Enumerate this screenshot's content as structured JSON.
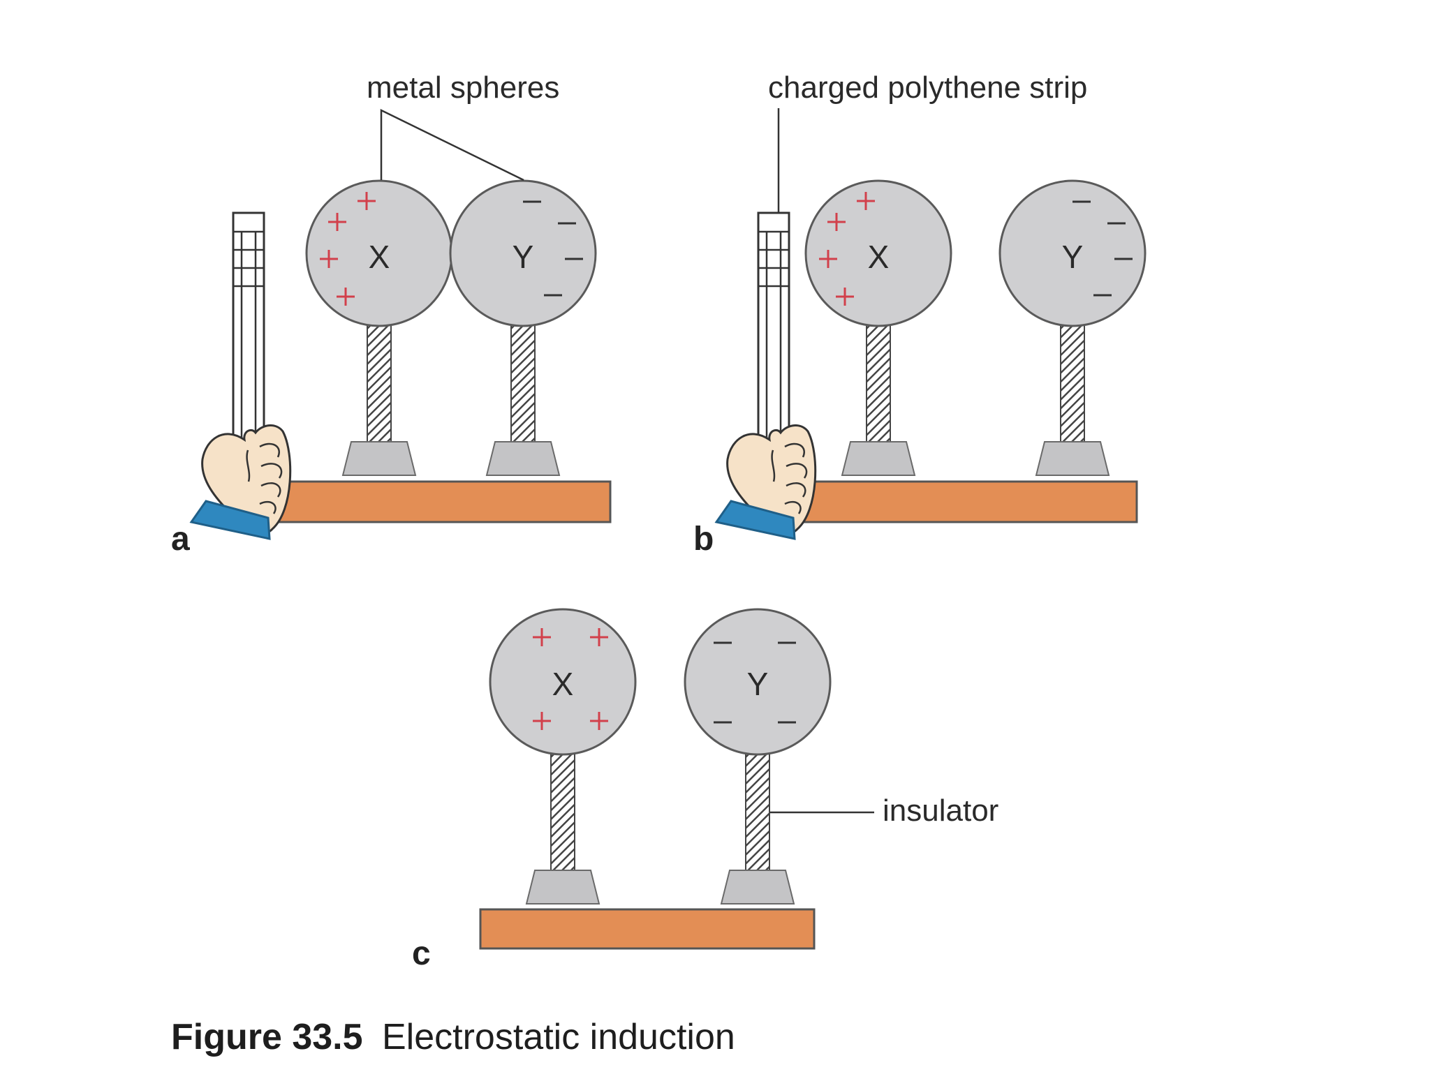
{
  "labels": {
    "metal_spheres": "metal spheres",
    "charged_strip": "charged polythene strip",
    "insulator": "insulator"
  },
  "panels": {
    "a": "a",
    "b": "b",
    "c": "c"
  },
  "spheres": {
    "x": "X",
    "y": "Y"
  },
  "caption": {
    "number": "Figure 33.5",
    "text": "Electrostatic induction"
  },
  "colors": {
    "sphere_fill": "#cfcfd1",
    "sphere_stroke": "#5a5a5a",
    "base_fill": "#e38e55",
    "foot_fill": "#c4c4c6",
    "sleeve": "#2f88bf",
    "skin": "#f6e2c8",
    "plus": "#d2404b"
  }
}
